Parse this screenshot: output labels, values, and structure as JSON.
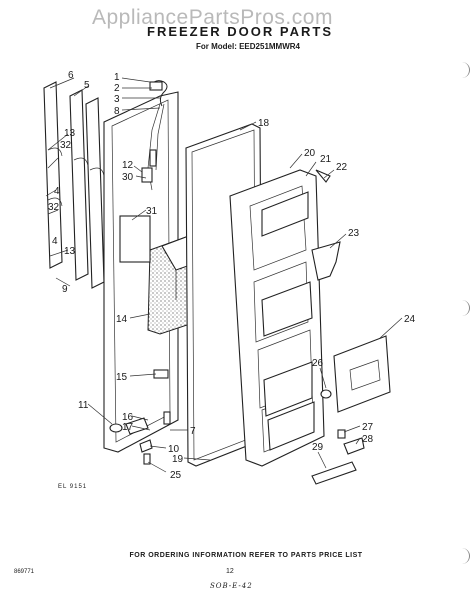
{
  "watermark": "AppliancePartsPros.com",
  "title": "FREEZER DOOR PARTS",
  "subtitle": "For Model: EED251MMWR4",
  "figure_code": "EL 9151",
  "footer_note": "FOR ORDERING INFORMATION REFER TO PARTS PRICE LIST",
  "doc_number": "869771",
  "page_number": "12",
  "handwritten_note": "SOB-E-42",
  "callouts": [
    {
      "id": "c1",
      "label": "1"
    },
    {
      "id": "c2",
      "label": "2"
    },
    {
      "id": "c3",
      "label": "3"
    },
    {
      "id": "c4a",
      "label": "4"
    },
    {
      "id": "c4b",
      "label": "4"
    },
    {
      "id": "c5",
      "label": "5"
    },
    {
      "id": "c6",
      "label": "6"
    },
    {
      "id": "c7",
      "label": "7"
    },
    {
      "id": "c8",
      "label": "8"
    },
    {
      "id": "c9",
      "label": "9"
    },
    {
      "id": "c10",
      "label": "10"
    },
    {
      "id": "c11",
      "label": "11"
    },
    {
      "id": "c12",
      "label": "12"
    },
    {
      "id": "c13a",
      "label": "13"
    },
    {
      "id": "c13b",
      "label": "13"
    },
    {
      "id": "c14",
      "label": "14"
    },
    {
      "id": "c15",
      "label": "15"
    },
    {
      "id": "c16",
      "label": "16"
    },
    {
      "id": "c17",
      "label": "17"
    },
    {
      "id": "c18",
      "label": "18"
    },
    {
      "id": "c19",
      "label": "19"
    },
    {
      "id": "c20",
      "label": "20"
    },
    {
      "id": "c21",
      "label": "21"
    },
    {
      "id": "c22",
      "label": "22"
    },
    {
      "id": "c23",
      "label": "23"
    },
    {
      "id": "c24",
      "label": "24"
    },
    {
      "id": "c25",
      "label": "25"
    },
    {
      "id": "c26",
      "label": "26"
    },
    {
      "id": "c27",
      "label": "27"
    },
    {
      "id": "c28",
      "label": "28"
    },
    {
      "id": "c29",
      "label": "29"
    },
    {
      "id": "c30",
      "label": "30"
    },
    {
      "id": "c31",
      "label": "31"
    },
    {
      "id": "c32a",
      "label": "32"
    },
    {
      "id": "c32b",
      "label": "32"
    }
  ]
}
